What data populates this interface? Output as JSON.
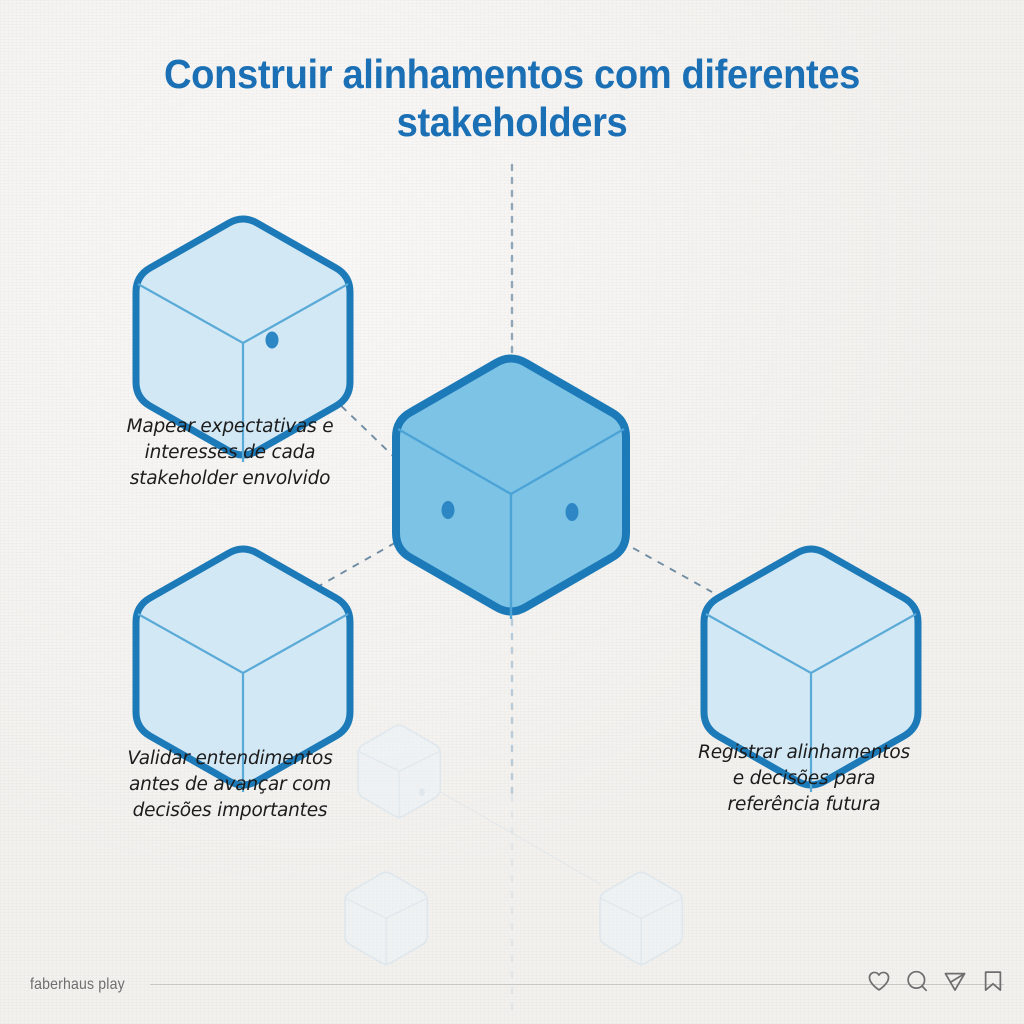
{
  "meta": {
    "background_color": "#f3f1ee",
    "accent_blue": "#1b70b5",
    "cube_fill_center": "#7dc3e6",
    "cube_fill_outer": "#d3e8f5",
    "cube_stroke": "#1c7ab8",
    "text_color": "#1c1c1c"
  },
  "title": {
    "line1": "Construir alinhamentos com diferentes",
    "line2": "stakeholders"
  },
  "nodes": [
    {
      "id": "center",
      "role": "central-hub",
      "variant": "filled",
      "caption": null
    },
    {
      "id": "top-left",
      "role": "branch",
      "variant": "outline",
      "caption": {
        "line1": "Mapear expectativas e",
        "line2": "interesses de cada",
        "line3": "stakeholder envolvido"
      }
    },
    {
      "id": "bottom-left",
      "role": "branch",
      "variant": "outline",
      "caption": {
        "line1": "Validar entendimentos",
        "line2": "antes de avançar com",
        "line3": "decisões importantes"
      }
    },
    {
      "id": "right",
      "role": "branch",
      "variant": "outline",
      "caption": {
        "line1": "Registrar alinhamentos",
        "line2": "e decisões para",
        "line3": "referência futura"
      }
    }
  ],
  "captions": {
    "top_left": {
      "line1": "Mapear expectativas e",
      "line2": "interesses de cada",
      "line3": "stakeholder envolvido"
    },
    "bottom_left": {
      "line1": "Validar entendimentos",
      "line2": "antes de avançar com",
      "line3": "decisões importantes"
    },
    "right": {
      "line1": "Registrar alinhamentos",
      "line2": "e decisões para",
      "line3": "referência futura"
    }
  },
  "footer": {
    "brand": "faberhaus play",
    "icons": [
      {
        "name": "heart-icon",
        "label": "Curtir"
      },
      {
        "name": "comment-icon",
        "label": "Comentar"
      },
      {
        "name": "share-icon",
        "label": "Compartilhar"
      },
      {
        "name": "bookmark-icon",
        "label": "Salvar"
      }
    ]
  }
}
